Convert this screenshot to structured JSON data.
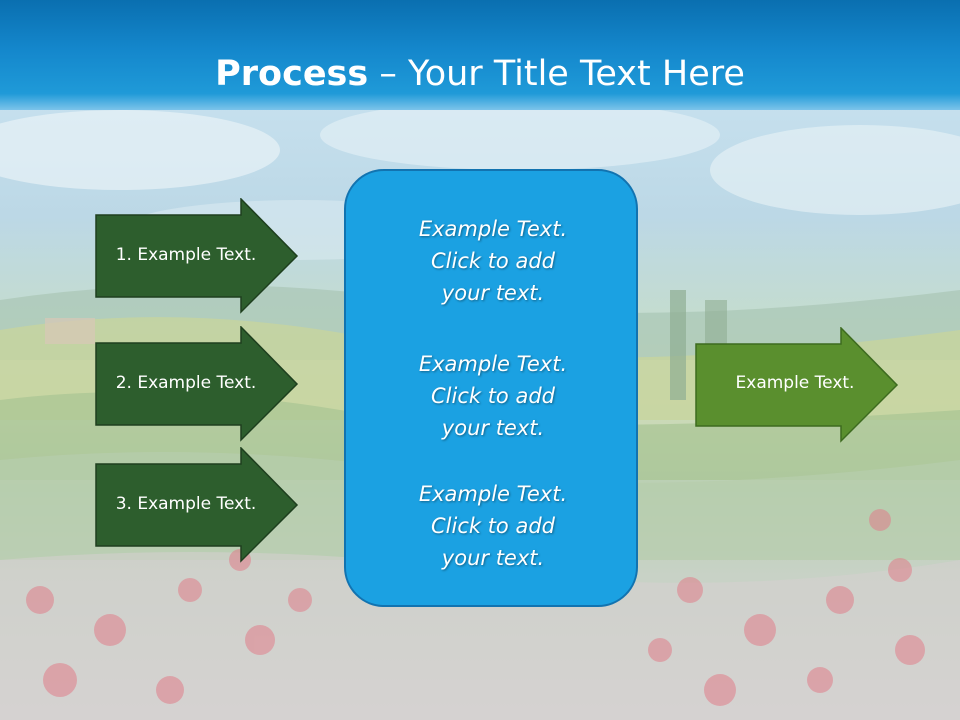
{
  "slide": {
    "title_bold": "Process",
    "title_dash": " – ",
    "title_rest": "Your Title Text Here"
  },
  "left_arrows": [
    {
      "label": "1. Example Text."
    },
    {
      "label": "2. Example Text."
    },
    {
      "label": "3. Example Text."
    }
  ],
  "center_box": {
    "blocks": [
      {
        "line1": "Example Text.",
        "line2": "Click  to add",
        "line3": "your text."
      },
      {
        "line1": "Example Text.",
        "line2": "Click  to add",
        "line3": "your text."
      },
      {
        "line1": "Example Text.",
        "line2": "Click  to add",
        "line3": "your text."
      }
    ]
  },
  "right_arrow": {
    "label": "Example Text."
  },
  "colors": {
    "title_bar": "#1487cc",
    "left_arrow_fill": "#2d5e2d",
    "right_arrow_fill": "#5a8f2e",
    "center_box_fill": "#1ba1e2"
  }
}
